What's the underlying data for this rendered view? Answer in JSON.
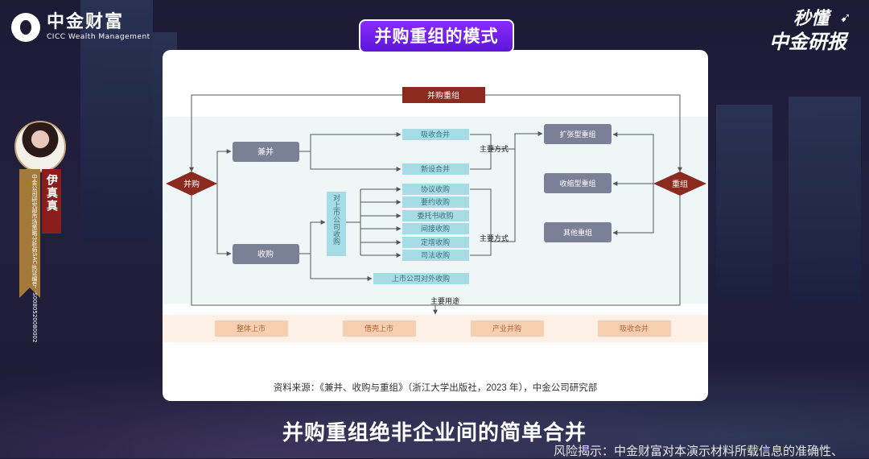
{
  "brand": {
    "logo_cn": "中金财富",
    "logo_en": "CICC Wealth Management",
    "show_line1": "秒懂",
    "show_line2": "中金研报"
  },
  "presenter": {
    "name": "伊真真",
    "title": "中金公司研究部市场策略分析师",
    "sac": "SAC执证编号：S0080520080002"
  },
  "page_title": "并购重组的模式",
  "diagram": {
    "top": "并购重组",
    "left_hub": "并购",
    "right_hub": "重组",
    "merge": "兼并",
    "acquire": "收购",
    "merge_types": [
      "吸收合并",
      "新设合并"
    ],
    "listed_target": "对上市公司收购",
    "listed_types": [
      "协议收购",
      "要约收购",
      "委托书收购",
      "间接收购",
      "定增收购",
      "司法收购"
    ],
    "external": "上市公司对外收购",
    "main_method_1": "主要方式",
    "main_method_2": "主要方式",
    "restructure_types": [
      "扩张型重组",
      "收缩型重组",
      "其他重组"
    ],
    "main_use": "主要用途",
    "uses": [
      "整体上市",
      "借壳上市",
      "产业并购",
      "吸收合并"
    ]
  },
  "source": "资料来源：《兼并、收购与重组》（浙江大学出版社，2023 年），中金公司研究部",
  "subtitle": "并购重组绝非企业间的简单合并",
  "risk": "风险揭示：中金财富对本演示材料所载信息的准确性、",
  "colors": {
    "title_purple": "#6a1fe6",
    "hub_red": "#8b2a1f",
    "box_gray": "#7a8096",
    "box_teal": "#a6dde5",
    "use_orange": "#f6cfb0"
  }
}
